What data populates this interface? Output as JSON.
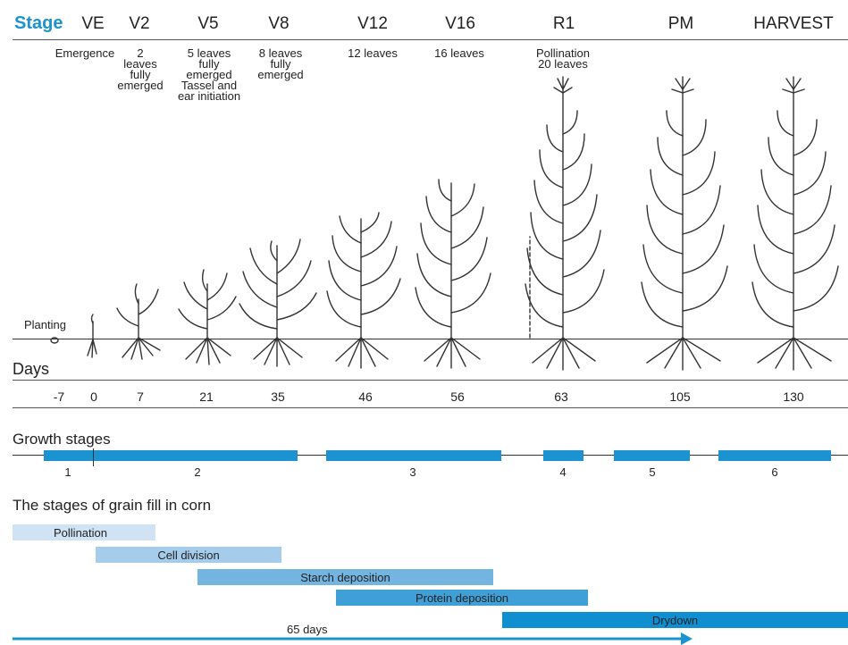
{
  "colors": {
    "accent": "#1a93d0",
    "pollination": "#cfe3f5",
    "cell_division": "#a5cdeb",
    "starch": "#74b4e0",
    "protein": "#3fa0d8",
    "drydown": "#0f8fd0",
    "line": "#555555"
  },
  "header": {
    "stage_label": "Stage",
    "stages": [
      "VE",
      "V2",
      "V5",
      "V8",
      "V12",
      "V16",
      "R1",
      "PM",
      "HARVEST"
    ]
  },
  "descriptions": {
    "emergence": "Emergence",
    "v2": "2\nleaves\nfully\nemerged",
    "v5": "5 leaves\nfully\nemerged\nTassel and\near initiation",
    "v8": "8 leaves\nfully\nemerged",
    "v12": "12 leaves",
    "v16": "16 leaves",
    "r1": "Pollination\n20 leaves"
  },
  "planting_label": "Planting",
  "days": {
    "label": "Days",
    "values": [
      "-7",
      "0",
      "7",
      "21",
      "35",
      "46",
      "56",
      "63",
      "105",
      "130"
    ]
  },
  "growth_stages": {
    "title": "Growth stages",
    "numbers": [
      "1",
      "2",
      "3",
      "4",
      "5",
      "6"
    ]
  },
  "grain_fill": {
    "title": "The stages of grain fill in corn",
    "phases": [
      "Pollination",
      "Cell division",
      "Starch deposition",
      "Protein deposition",
      "Drydown"
    ],
    "duration_label": "65 days"
  }
}
